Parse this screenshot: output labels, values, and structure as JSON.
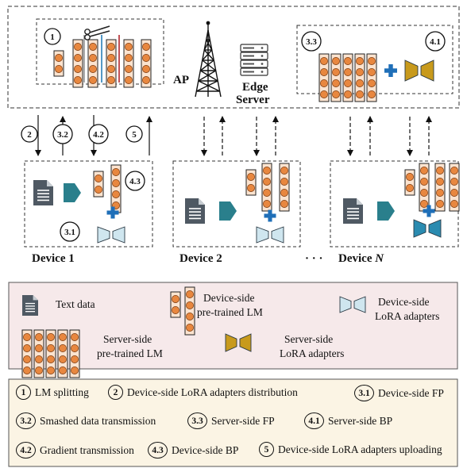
{
  "labels": {
    "ap": "AP",
    "edge_server_1": "Edge",
    "edge_server_2": "Server",
    "device_1": "Device 1",
    "device_2": "Device 2",
    "device_n_prefix": "Device ",
    "device_n_italic": "N",
    "ellipsis": "· · ·"
  },
  "step_badges": {
    "s1": "1",
    "s2": "2",
    "s32": "3.2",
    "s42": "4.2",
    "s5": "5",
    "s33": "3.3",
    "s41": "4.1",
    "s43": "4.3",
    "s31": "3.1"
  },
  "legend": {
    "text_data": "Text data",
    "device_lm_1": "Device-side",
    "device_lm_2": "pre-trained LM",
    "device_lora_1": "Device-side",
    "device_lora_2": "LoRA adapters",
    "server_lm_1": "Server-side",
    "server_lm_2": "pre-trained LM",
    "server_lora_1": "Server-side",
    "server_lora_2": "LoRA adapters"
  },
  "steps": [
    {
      "num": "1",
      "text": "LM splitting"
    },
    {
      "num": "2",
      "text": "Device-side LoRA adapters distribution"
    },
    {
      "num": "3.1",
      "text": "Device-side FP"
    },
    {
      "num": "3.2",
      "text": "Smashed data transmission"
    },
    {
      "num": "3.3",
      "text": "Server-side FP"
    },
    {
      "num": "4.1",
      "text": "Server-side BP"
    },
    {
      "num": "4.2",
      "text": "Gradient transmission"
    },
    {
      "num": "4.3",
      "text": "Device-side BP"
    },
    {
      "num": "5",
      "text": "Device-side LoRA adapters uploading"
    }
  ],
  "colors": {
    "neuron_fill": "#e8873f",
    "layer_fill": "#fbe3cf",
    "plus_blue": "#1f6fb8",
    "arrow_teal": "#2a7f8c",
    "lora_device": "#cfe6ef",
    "lora_server": "#c89a1c",
    "legend1_bg": "#f6e9ea",
    "legend2_bg": "#fbf4e4"
  }
}
